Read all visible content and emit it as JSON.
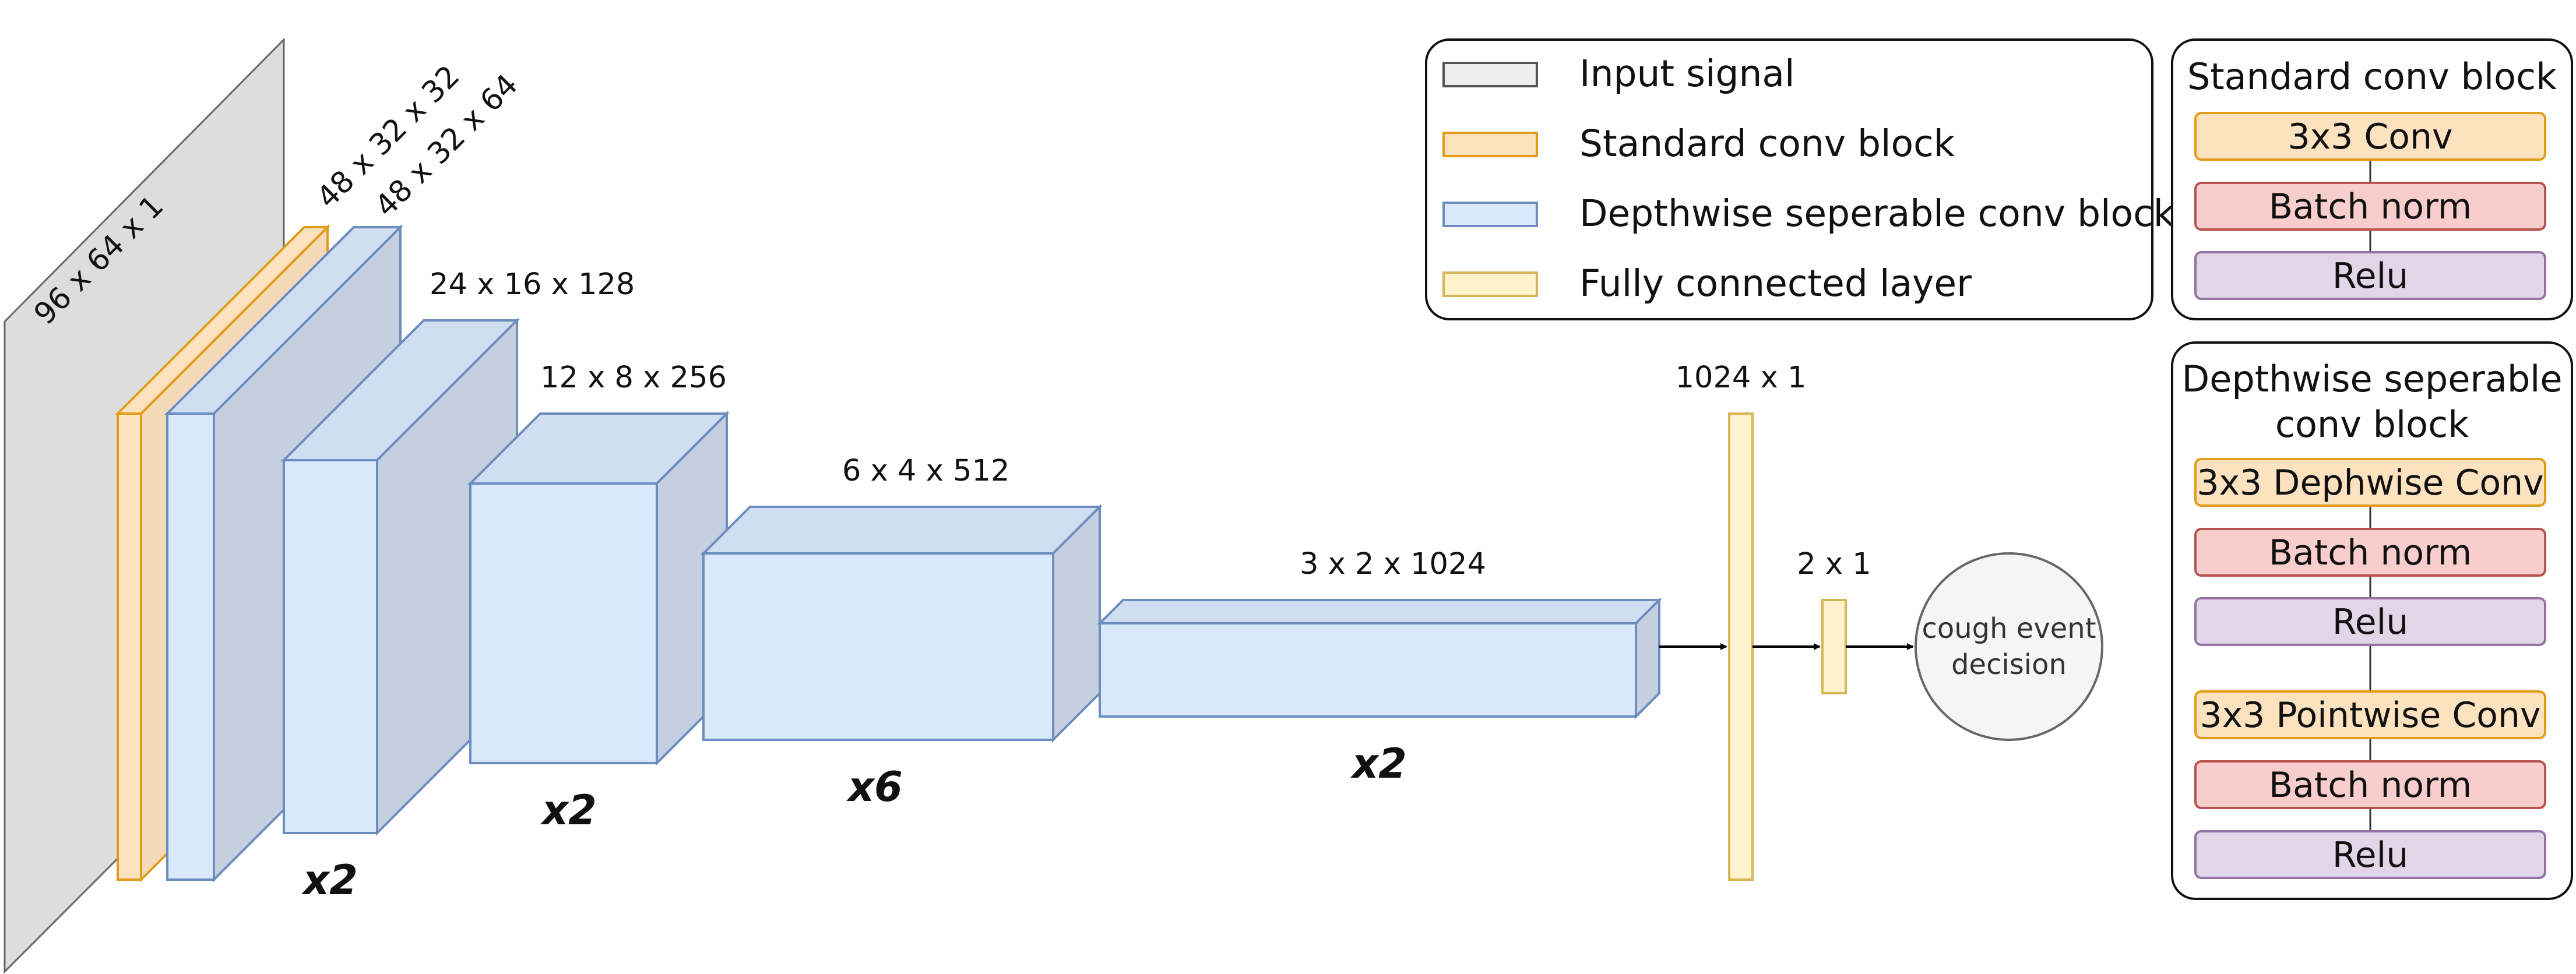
{
  "dimensions": {
    "input": "96 x 64 x 1",
    "conv_a": "48 x 32 x 32",
    "conv_b": "48 x 32 x 64",
    "block2": "24 x 16 x 128",
    "block3": "12 x 8 x 256",
    "block4": "6 x 4 x 512",
    "block5": "3 x 2 x 1024",
    "fc1": "1024 x 1",
    "fc2": "2 x 1"
  },
  "multipliers": {
    "block1": "x2",
    "block2": "x2",
    "block4": "x6",
    "block5": "x2"
  },
  "decision": {
    "line1": "cough event",
    "line2": "decision"
  },
  "legend": {
    "items": [
      {
        "label": "Input signal",
        "color": "#eeeeee",
        "stroke": "#555555"
      },
      {
        "label": "Standard conv block",
        "color": "#fde2c0",
        "stroke": "#e09c1a"
      },
      {
        "label": "Depthwise seperable conv block",
        "color": "#dae8fc",
        "stroke": "#6c8ebf"
      },
      {
        "label": "Fully connected layer",
        "color": "#fff2cc",
        "stroke": "#d6b656"
      }
    ]
  },
  "standard_panel": {
    "title": "Standard conv block",
    "layers": [
      "3x3 Conv",
      "Batch norm",
      "Relu"
    ]
  },
  "depthwise_panel": {
    "title_line1": "Depthwise seperable",
    "title_line2": "conv block",
    "layers": [
      "3x3 Dephwise Conv",
      "Batch norm",
      "Relu",
      "3x3 Pointwise Conv",
      "Batch norm",
      "Relu"
    ]
  },
  "colors": {
    "input_fill": "#dddddd",
    "conv_fill": "#fde2c0",
    "conv_stroke": "#e09c1a",
    "ds_fill": "#dae8fc",
    "ds_side": "#c4cfe0",
    "ds_stroke": "#6c8ebf",
    "fc_fill": "#fff2cc",
    "fc_stroke": "#d6b656",
    "bn_fill": "#f8cecc",
    "bn_stroke": "#b85450",
    "relu_fill": "#e1d5e7",
    "relu_stroke": "#9673a6"
  }
}
